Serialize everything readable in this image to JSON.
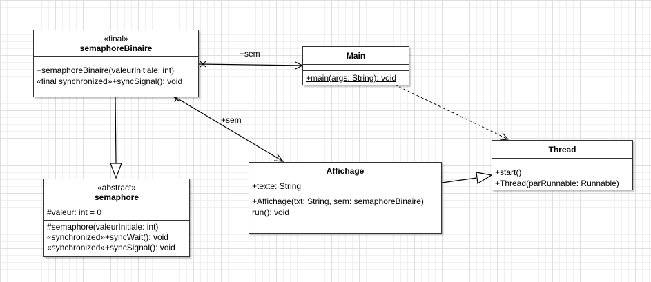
{
  "classes": {
    "semaphoreBinaire": {
      "stereotype": "«final»",
      "name": "semaphoreBinaire",
      "attributes": [],
      "operations": [
        "+semaphoreBinaire(valeurInitiale: int)",
        "«final synchronized»+syncSignal(): void"
      ]
    },
    "main": {
      "stereotype": "",
      "name": "Main",
      "attributes": [],
      "operations": [
        "+main(args: String): void"
      ]
    },
    "thread": {
      "stereotype": "",
      "name": "Thread",
      "attributes": [],
      "operations": [
        "+start()",
        "+Thread(parRunnable: Runnable)"
      ]
    },
    "affichage": {
      "stereotype": "",
      "name": "Affichage",
      "attributes": [
        "+texte: String"
      ],
      "operations": [
        "+Affichage(txt: String, sem: semaphoreBinaire)",
        "run(): void"
      ]
    },
    "semaphore": {
      "stereotype": "«abstract»",
      "name": "semaphore",
      "attributes": [
        "#valeur: int = 0"
      ],
      "operations": [
        "#semaphore(valeurInitiale: int)",
        "«synchronized»+syncWait(): void",
        "«synchronized»+syncSignal(): void"
      ]
    }
  },
  "relations": {
    "sem_to_main": {
      "label": "+sem",
      "kind": "navigable-association"
    },
    "sem_to_affichage": {
      "label": "+sem",
      "kind": "navigable-association"
    },
    "main_to_thread": {
      "label": "",
      "kind": "dependency"
    },
    "affichage_to_thread": {
      "label": "",
      "kind": "generalization"
    },
    "binaire_to_semaphore": {
      "label": "",
      "kind": "generalization"
    }
  },
  "colors": {
    "line": "#333333",
    "box_fill": "#ffffff",
    "grid": "#dedede"
  }
}
